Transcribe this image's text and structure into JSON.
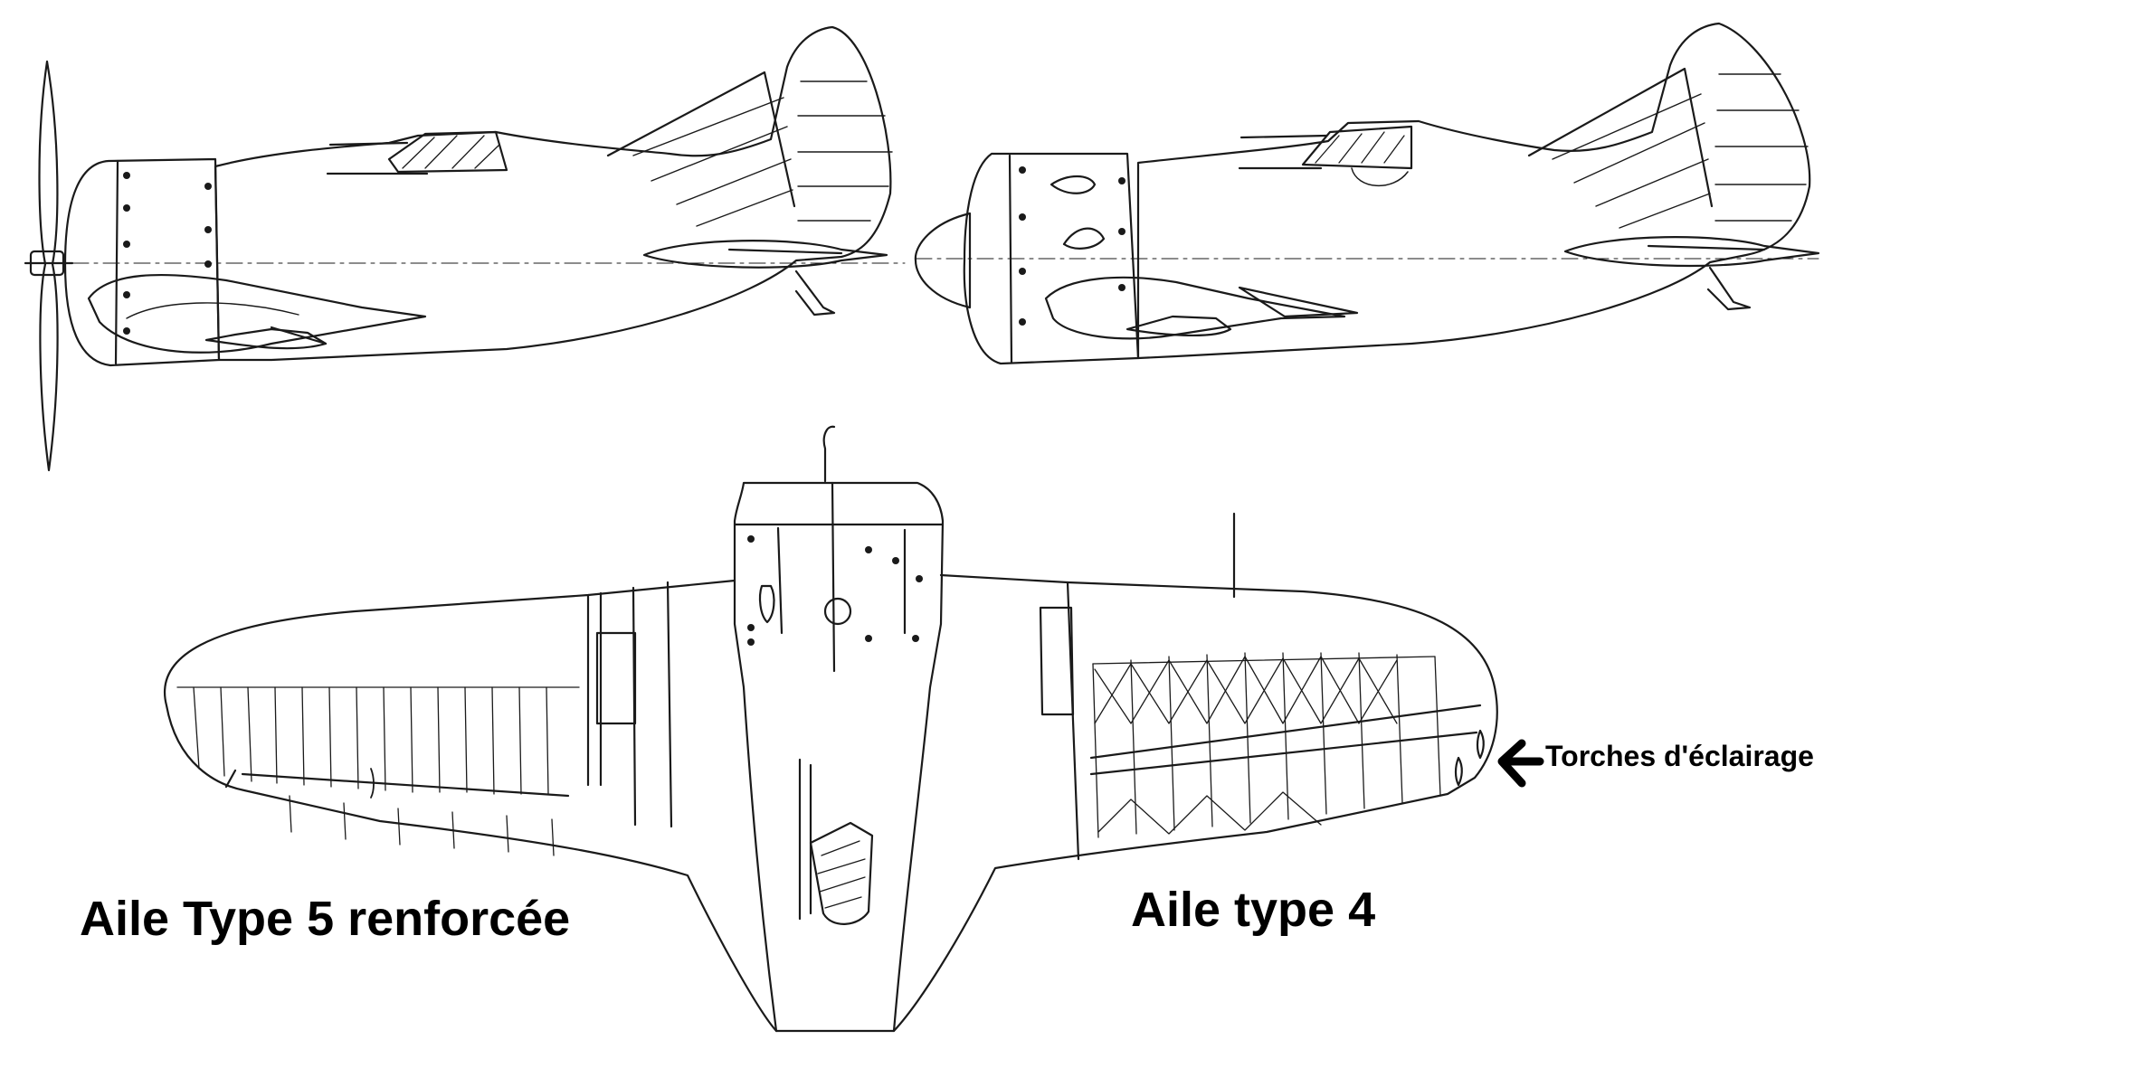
{
  "labels": {
    "wing_left": "Aile Type 5 renforcée",
    "wing_right": "Aile type 4",
    "callout": "Torches d'éclairage"
  },
  "colors": {
    "ink": "#1a1a1a",
    "background": "#ffffff"
  }
}
